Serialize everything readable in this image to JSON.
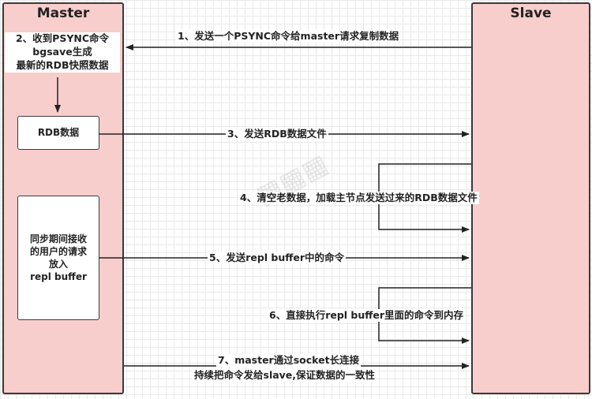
{
  "master": {
    "title": "Master"
  },
  "slave": {
    "title": "Slave"
  },
  "master_note": {
    "line1": "2、收到PSYNC命令",
    "line2": "bgsave生成",
    "line3": "最新的RDB快照数据"
  },
  "rdb_box": {
    "label": "RDB数据"
  },
  "buffer_box": {
    "line1": "同步期间接收",
    "line2": "的用户的请求",
    "line3": "放入",
    "line4": "repl buffer"
  },
  "steps": {
    "s1": "1、发送一个PSYNC命令给master请求复制数据",
    "s3": "3、发送RDB数据文件",
    "s4": "4、清空老数据，加载主节点发送过来的RDB数据文件",
    "s5": "5、发送repl buffer中的命令",
    "s6": "6、直接执行repl buffer里面的命令到内存",
    "s7_line1": "7、master通过socket长连接",
    "s7_line2": "持续把命令发给slave,保证数据的一致性"
  },
  "colors": {
    "lane_fill": "#f8cecc",
    "stroke": "#3a3a3a"
  }
}
